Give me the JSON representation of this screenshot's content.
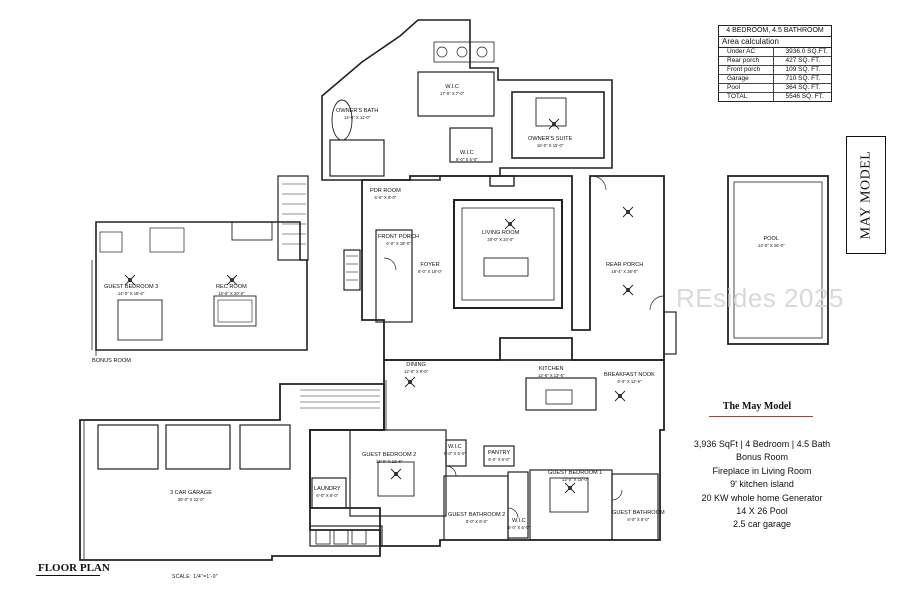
{
  "area_table": {
    "header": "4 BEDROOM, 4.5 BATHROOM",
    "subheader": "Area calculation",
    "rows": [
      {
        "label": "Under AC",
        "value": "3936.0 SQ.FT."
      },
      {
        "label": "Rear porch",
        "value": "427 SQ. FT."
      },
      {
        "label": "Front porch",
        "value": "109 SQ. FT."
      },
      {
        "label": "Garage",
        "value": "710 SQ. FT."
      },
      {
        "label": "Pool",
        "value": "364 SQ. FT."
      },
      {
        "label": "TOTAL",
        "value": "5546 SQ. FT."
      }
    ]
  },
  "model_title": "MAY MODEL",
  "description": {
    "title": "The May Model",
    "features": [
      "3,936 SqFt | 4 Bedroom | 4.5 Bath",
      "Bonus Room",
      "Fireplace in Living Room",
      "9' kitchen island",
      "20 KW whole home Generator",
      "14 X 26 Pool",
      "2.5 car garage"
    ]
  },
  "watermark": "REsides 2025",
  "plan_label": "FLOOR PLAN",
  "scale_note": "SCALE: 1/4\"=1'-0\"",
  "rooms": {
    "owners_bath": {
      "name": "OWNER'S BATH",
      "dim": "14'-6\" X 11'-0\""
    },
    "wic_1": {
      "name": "W.I.C",
      "dim": "17'-0\" X 7'-0\""
    },
    "wic_2": {
      "name": "W.I.C",
      "dim": "8'-0\" X 5'-0\""
    },
    "owners_suite": {
      "name": "OWNER'S SUITE",
      "dim": "16'-0\" X 15'-0\""
    },
    "pdr_room": {
      "name": "PDR ROOM",
      "dim": "6'-0\" X 5'-0\""
    },
    "front_porch": {
      "name": "FRONT PORCH",
      "dim": "6'-0\" X 18'-0\""
    },
    "foyer": {
      "name": "FOYER",
      "dim": "6'-0\" X 18'-0\""
    },
    "living_room": {
      "name": "LIVING ROOM",
      "dim": "20'-0\" X 24'-0\""
    },
    "rear_porch": {
      "name": "REAR PORCH",
      "dim": "18'-4\" X 28'-0\""
    },
    "pool": {
      "name": "POOL",
      "dim": "14'-0\" X 26'-0\""
    },
    "guest_bedroom_3": {
      "name": "GUEST BEDROOM 3",
      "dim": "14'-0\" X 16'-6\""
    },
    "rec_room": {
      "name": "REC ROOM",
      "dim": "15'-6\" X 20'-0\""
    },
    "bonus_room": {
      "name": "BONUS ROOM",
      "dim": ""
    },
    "dining": {
      "name": "DINING",
      "dim": "12'-0\" X 9'-0\""
    },
    "kitchen": {
      "name": "KITCHEN",
      "dim": "12'-6\" X 13'-6\""
    },
    "breakfast_nook": {
      "name": "BREAKFAST NOOK",
      "dim": "9'-0\" X 12'-6\""
    },
    "garage": {
      "name": "3 CAR GARAGE",
      "dim": "30'-0\" X 22'-0\""
    },
    "guest_bedroom_2": {
      "name": "GUEST BEDROOM 2",
      "dim": "13'-0\" X 12'-6\""
    },
    "wic_3": {
      "name": "W.I.C",
      "dim": "5'-0\" X 5'-0\""
    },
    "pantry": {
      "name": "PANTRY",
      "dim": "6'-0\" X 6'-0\""
    },
    "laundry": {
      "name": "LAUNDRY",
      "dim": "6'-0\" X 8'-0\""
    },
    "guest_bathroom_2": {
      "name": "GUEST BATHROOM 2",
      "dim": "8'-0\" X 8'-0\""
    },
    "wic_4": {
      "name": "W.I.C",
      "dim": "5'-0\" X 5'-0\""
    },
    "guest_bedroom_1": {
      "name": "GUEST BEDROOM 1",
      "dim": "13'-0\" X 15'-0\""
    },
    "guest_bathroom": {
      "name": "GUEST BATHROOM",
      "dim": "8'-0\" X 8'-0\""
    }
  }
}
